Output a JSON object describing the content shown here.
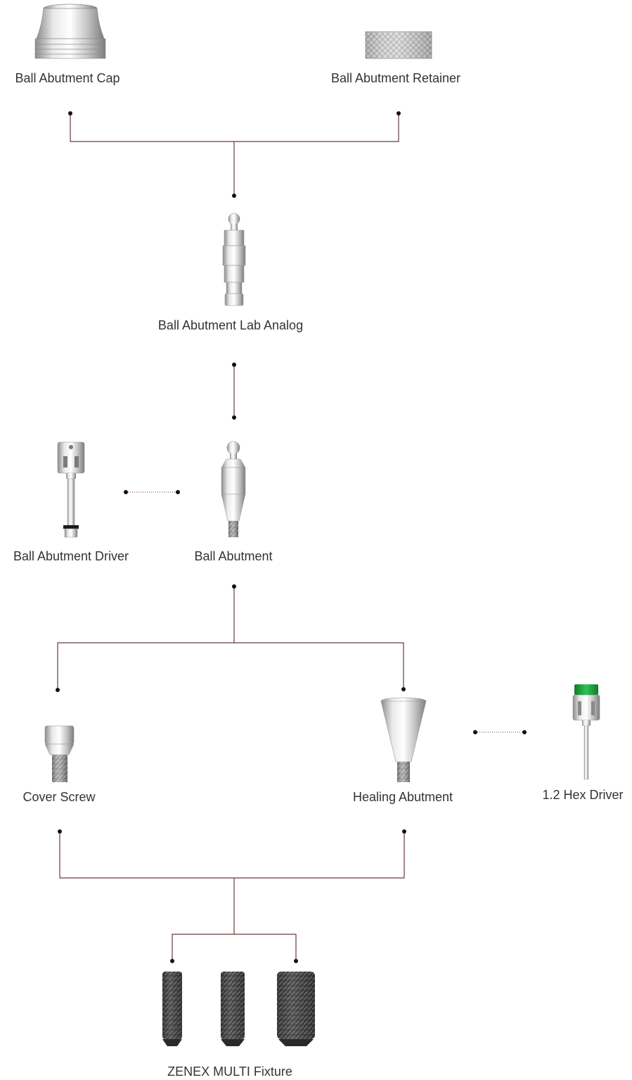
{
  "colors": {
    "connector": "#6b3a3a",
    "dot": "#111111",
    "label": "#333333",
    "metal_light": "#e6e6e6",
    "metal_mid": "#b8b8b8",
    "metal_dark": "#7a7a7a",
    "fixture_dark": "#3a3a3a",
    "driver_green": "#1a9b3a"
  },
  "components": {
    "ball_abutment_cap": {
      "label": "Ball Abutment Cap",
      "icon": "cap-icon"
    },
    "ball_abutment_retainer": {
      "label": "Ball Abutment Retainer",
      "icon": "knurled-retainer-icon"
    },
    "ball_abutment_lab_analog": {
      "label": "Ball Abutment Lab Analog",
      "icon": "lab-analog-icon"
    },
    "ball_abutment_driver": {
      "label": "Ball Abutment Driver",
      "icon": "ball-driver-icon"
    },
    "ball_abutment": {
      "label": "Ball Abutment",
      "icon": "ball-abutment-icon"
    },
    "cover_screw": {
      "label": "Cover Screw",
      "icon": "cover-screw-icon"
    },
    "healing_abutment": {
      "label": "Healing Abutment",
      "icon": "healing-abutment-icon"
    },
    "hex_driver": {
      "label": "1.2 Hex Driver",
      "icon": "hex-driver-icon"
    },
    "zenex_multi_fixture": {
      "label": "ZENEX MULTI Fixture",
      "icon": "fixture-icon"
    }
  }
}
